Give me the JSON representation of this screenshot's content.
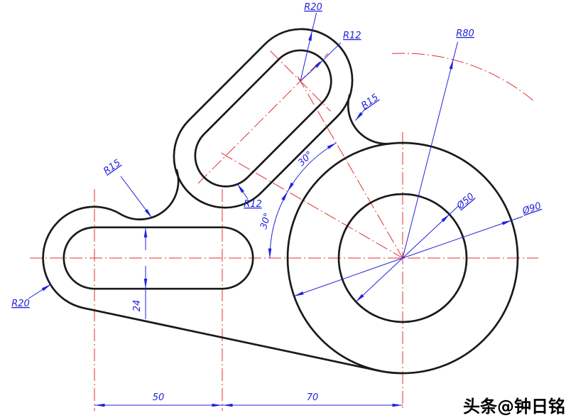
{
  "drawing": {
    "background": "#ffffff",
    "colors": {
      "outline": "#1a1a1a",
      "centerline": "#e03030",
      "dimension": "#2222dd"
    },
    "labels": {
      "r20_top": "R20",
      "r12_top": "R12",
      "r80": "R80",
      "r15_right": "R15",
      "r15_left": "R15",
      "r12_lower": "R12",
      "r20_left": "R20",
      "dia50": "Ø50",
      "dia90": "Ø90",
      "angle_upper": "30°",
      "angle_lower": "30°",
      "width24": "24",
      "len50": "50",
      "len70": "70"
    },
    "watermark": "头条@钟日铭"
  }
}
